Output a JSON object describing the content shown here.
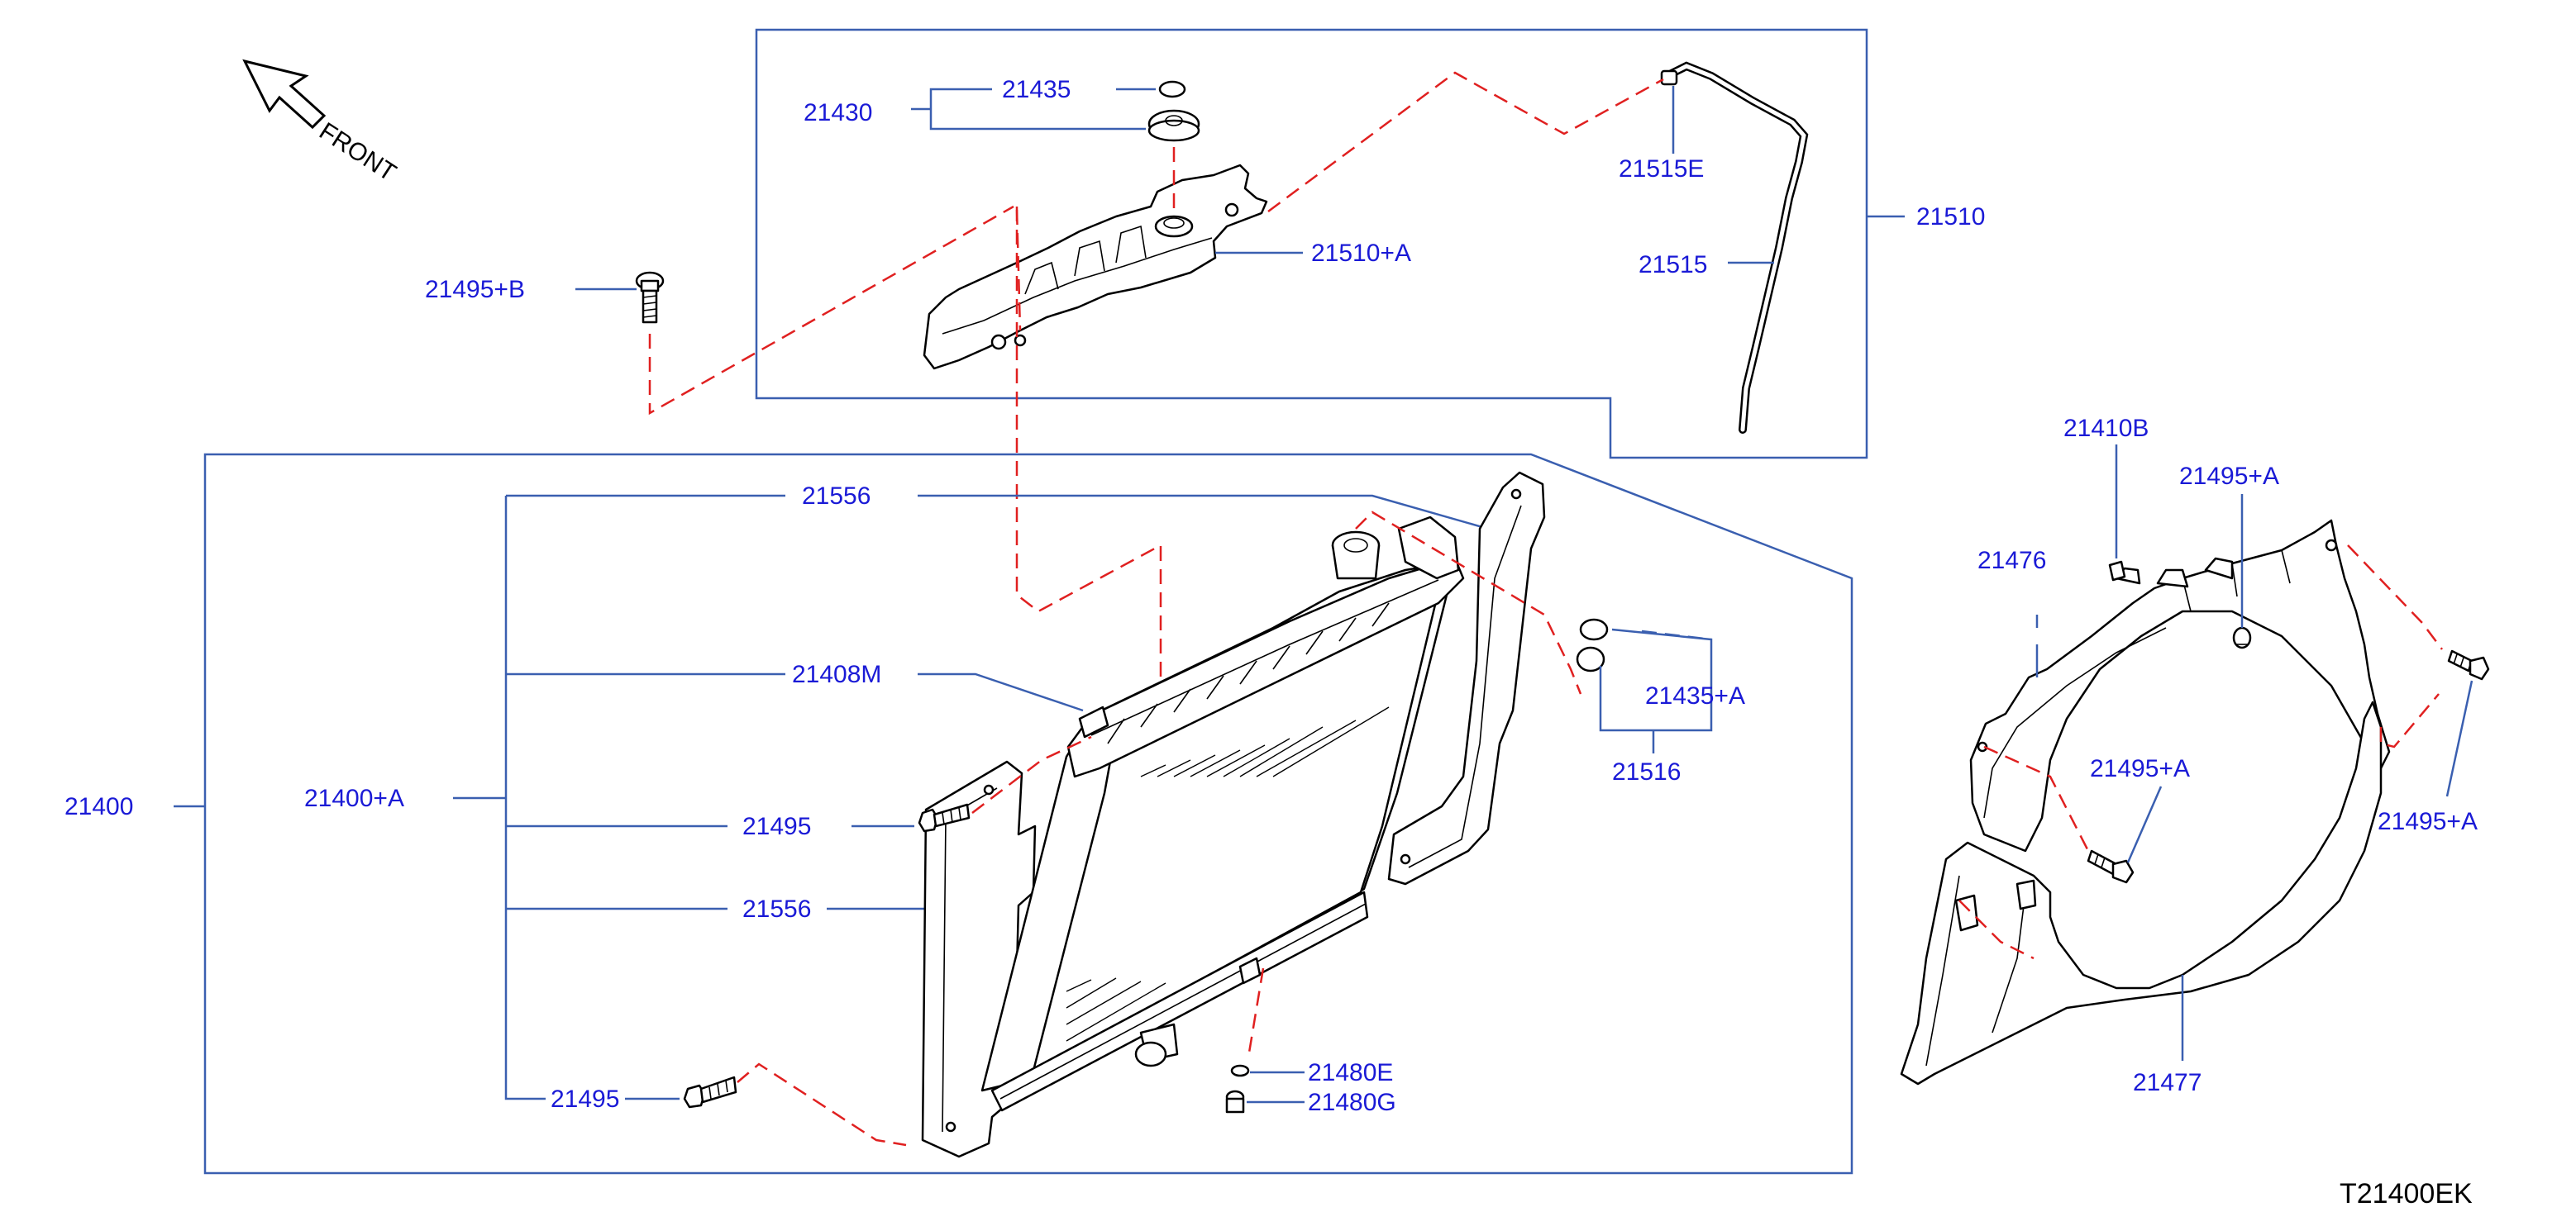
{
  "diagram_code": "T21400EK",
  "front_label": "FRONT",
  "parts": {
    "p21435": "21435",
    "p21430": "21430",
    "p21495B": "21495+B",
    "p21510A": "21510+A",
    "p21515E": "21515E",
    "p21515": "21515",
    "p21510": "21510",
    "p21556_top": "21556",
    "p21408M": "21408M",
    "p21400": "21400",
    "p21400A": "21400+A",
    "p21495_mid": "21495",
    "p21556_mid": "21556",
    "p21495_bot": "21495",
    "p21480E": "21480E",
    "p21480G": "21480G",
    "p21435A": "21435+A",
    "p21516": "21516",
    "p21410B": "21410B",
    "p21495A_top": "21495+A",
    "p21476": "21476",
    "p21495A_mid": "21495+A",
    "p21495A_right": "21495+A",
    "p21477": "21477"
  }
}
